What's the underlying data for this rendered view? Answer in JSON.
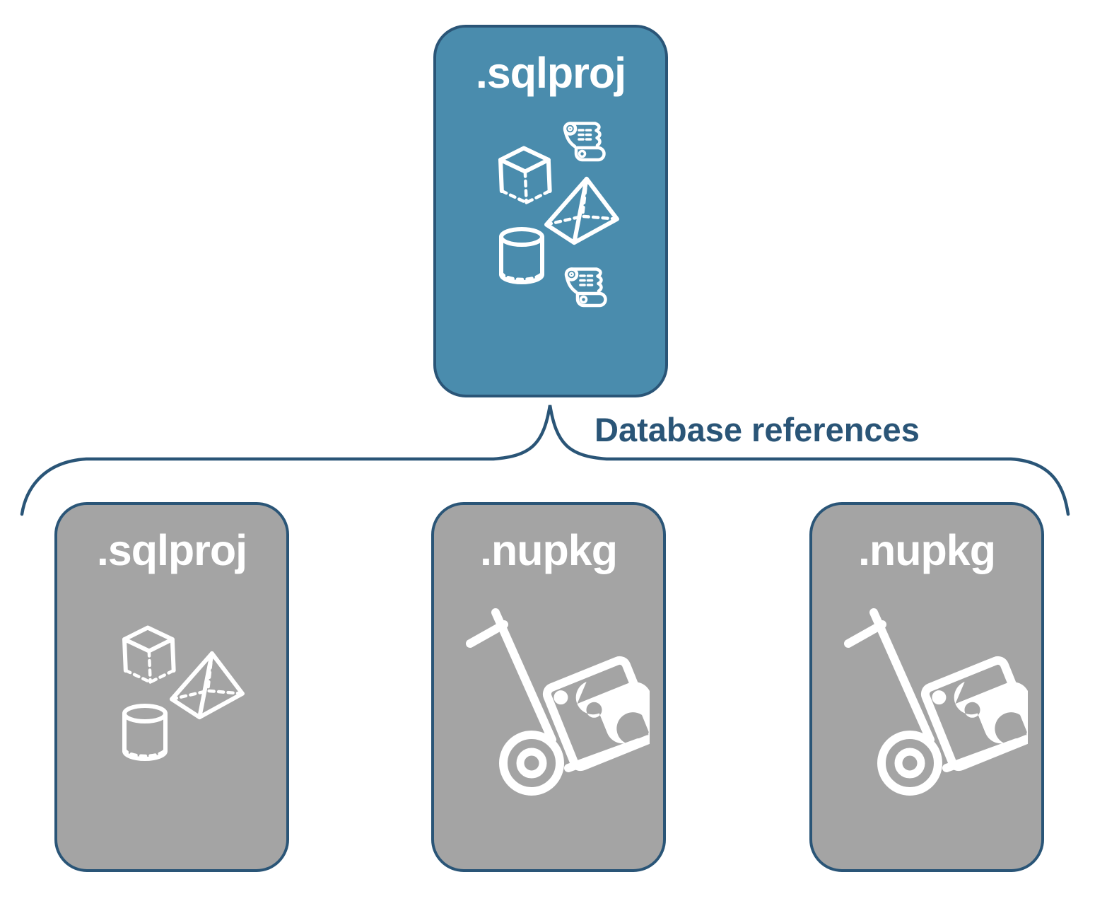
{
  "diagram": {
    "root": {
      "label": ".sqlproj",
      "icons": [
        "script-scroll",
        "cube",
        "pyramid",
        "database-cylinder",
        "script-scroll"
      ]
    },
    "edge_label": "Database references",
    "children": [
      {
        "label": ".sqlproj",
        "icons": [
          "cube",
          "pyramid",
          "database-cylinder"
        ]
      },
      {
        "label": ".nupkg",
        "icons": [
          "nuget-package-handtruck"
        ]
      },
      {
        "label": ".nupkg",
        "icons": [
          "nuget-package-handtruck"
        ]
      }
    ],
    "colors": {
      "root_fill": "#4a8cad",
      "child_fill": "#a4a4a4",
      "line": "#2a5577",
      "label_text": "#ffffff"
    }
  }
}
